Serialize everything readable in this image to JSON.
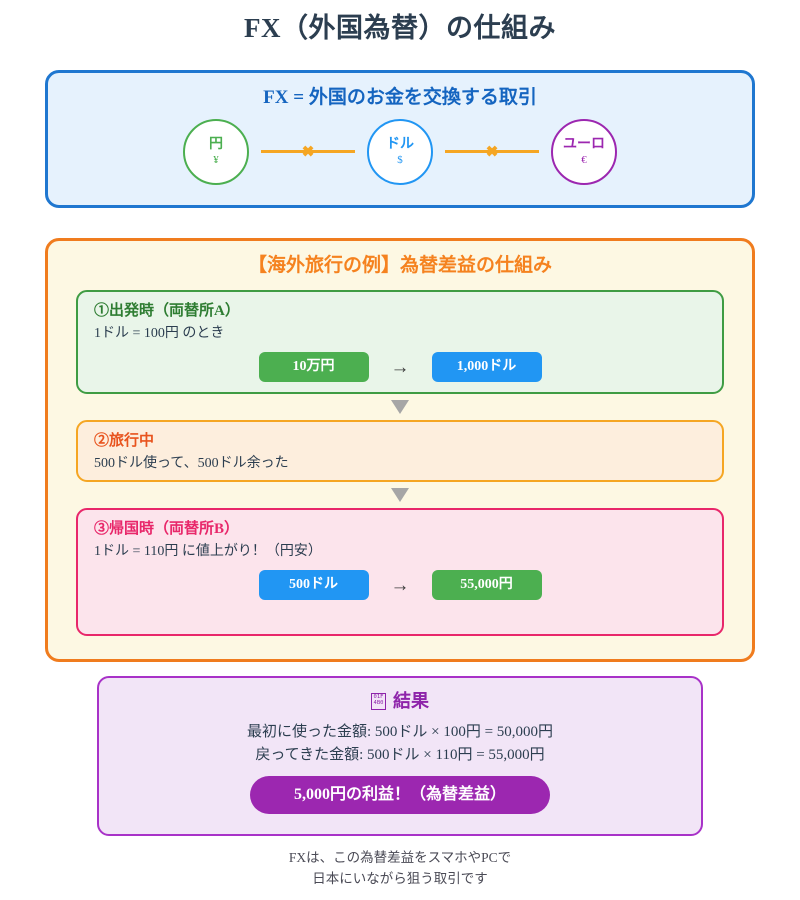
{
  "title": "FX（外国為替）の仕組み",
  "concept": {
    "heading": "FX = 外国のお金を交換する取引",
    "currencies": [
      {
        "name": "円",
        "symbol": "¥",
        "color": "#4caf50"
      },
      {
        "name": "ドル",
        "symbol": "$",
        "color": "#2196f3"
      },
      {
        "name": "ユーロ",
        "symbol": "€",
        "color": "#9c27b0"
      }
    ],
    "link_mark": "✖",
    "link_color": "#f5a623",
    "border_color": "#1f77d0",
    "background_color": "#e6f2fd"
  },
  "example": {
    "heading": "【海外旅行の例】為替差益の仕組み",
    "border_color": "#f07c1e",
    "background_color": "#fdf8e3",
    "steps": [
      {
        "head": "①出発時（両替所A）",
        "sub": "1ドル = 100円 のとき",
        "from_label": "10万円",
        "arrow": "→",
        "to_label": "1,000ドル",
        "from_color": "#4caf50",
        "to_color": "#2196f3",
        "border_color": "#3f9c43",
        "background_color": "#e9f5e9"
      },
      {
        "head": "②旅行中",
        "sub": "500ドル使って、500ドル余った",
        "border_color": "#f5a623",
        "background_color": "#fdeedd"
      },
      {
        "head": "③帰国時（両替所B）",
        "sub": "1ドル = 110円 に値上がり！（円安）",
        "from_label": "500ドル",
        "arrow": "→",
        "to_label": "55,000円",
        "from_color": "#2196f3",
        "to_color": "#4caf50",
        "border_color": "#e8276a",
        "background_color": "#fce4ec"
      }
    ]
  },
  "result": {
    "icon_name": "money-bag-emoji-tofu",
    "icon_hex_top": "01F",
    "icon_hex_bottom": "4B0",
    "heading": "結果",
    "line1": "最初に使った金額: 500ドル × 100円 = 50,000円",
    "line2": "戻ってきた金額: 500ドル × 110円 = 55,000円",
    "profit_label": "5,000円の利益！（為替差益）",
    "border_color": "#a832c8",
    "background_color": "#f2e5f7",
    "profit_color": "#9c27b0"
  },
  "footer": {
    "line1": "FXは、この為替差益をスマホやPCで",
    "line2": "日本にいながら狙う取引です"
  }
}
